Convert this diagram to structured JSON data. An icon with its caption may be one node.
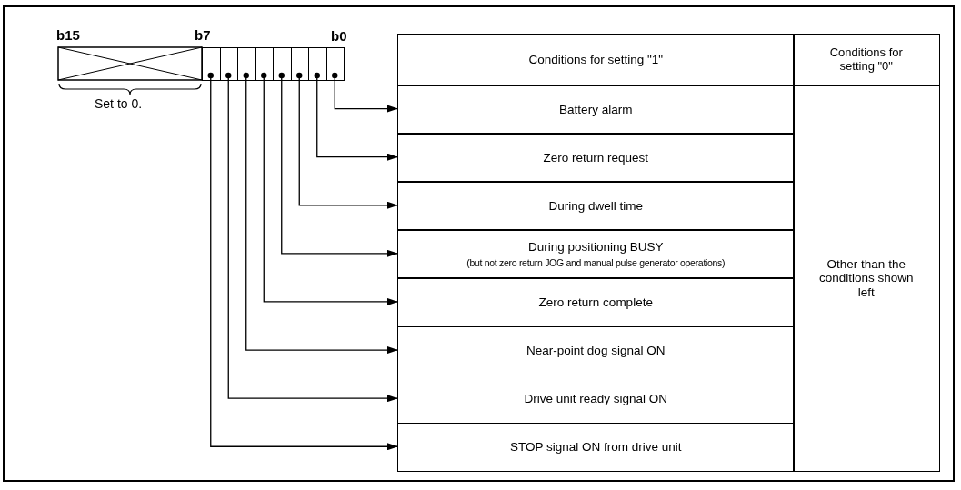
{
  "diagram": {
    "nodes": [
      {
        "text": [],
        "shape": "box"
      },
      {
        "text": [],
        "shape": "box"
      },
      {
        "text": [],
        "shape": "box"
      },
      {
        "text": [],
        "shape": "box"
      },
      {
        "text": [],
        "shape": "box"
      },
      {
        "text": [],
        "shape": "box"
      },
      {
        "text": [],
        "shape": "box"
      },
      {
        "text": [],
        "shape": "box"
      },
      {
        "text": [
          "Conditions for setting \"1\""
        ]
      },
      {
        "text": [
          "Conditions for setting \"0\""
        ]
      },
      {
        "text": [
          "Battery alarm"
        ]
      },
      {
        "text": [
          "Zero return request"
        ]
      },
      {
        "text": [
          "During dwell time"
        ]
      },
      {
        "text": [
          "During positioning BUSY",
          "(but not zero return JOG and manual pulse generator operations)"
        ]
      },
      {
        "text": [
          "Zero return complete"
        ]
      },
      {
        "text": [
          "Near-point dog signal ON"
        ]
      },
      {
        "text": [
          "Drive unit ready signal ON"
        ]
      },
      {
        "text": [
          "STOP signal ON from drive unit"
        ]
      },
      {
        "text": [
          "Other than the conditions shown left"
        ]
      }
    ],
    "edges": [
      {
        "from": 7,
        "to": 10,
        "arrow": "to"
      },
      {
        "from": 6,
        "to": 11,
        "arrow": "to"
      },
      {
        "from": 5,
        "to": 12,
        "arrow": "to"
      },
      {
        "from": 4,
        "to": 13,
        "arrow": "to"
      },
      {
        "from": 3,
        "to": 14,
        "arrow": "to"
      },
      {
        "from": 2,
        "to": 15,
        "arrow": "to"
      },
      {
        "from": 1,
        "to": 16,
        "arrow": "to"
      },
      {
        "from": 0,
        "to": 17,
        "arrow": "to"
      }
    ],
    "labels": [
      "b15",
      "b7",
      "b0",
      "Set to 0."
    ]
  }
}
